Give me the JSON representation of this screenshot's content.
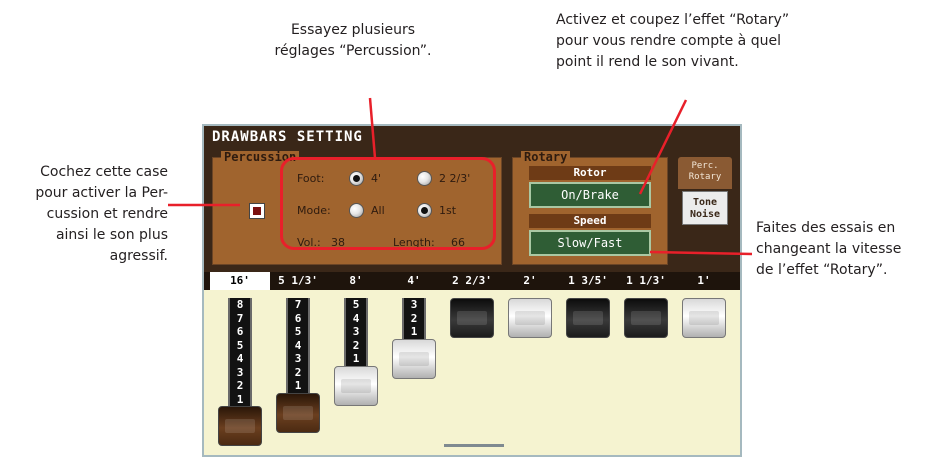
{
  "callouts": {
    "percussion": "Essayez plusieurs\nréglages “Percussion”.",
    "rotary": "Activez et coupez l’effet “Rotary”\npour vous rendre compte à quel\npoint il rend le son vivant.",
    "checkbox": "Cochez cette case\npour activer la Per-\ncussion et rendre\nainsi le son plus\nagressif.",
    "speed": "Faites des essais en\nchangeant la vitesse\nde l’effet “Rotary”."
  },
  "screen": {
    "title": "DRAWBARS SETTING",
    "percussion": {
      "title": "Percussion",
      "enabled": true,
      "foot_label": "Foot:",
      "foot_options": [
        "4'",
        "2 2/3'"
      ],
      "foot_selected": "4'",
      "mode_label": "Mode:",
      "mode_options": [
        "All",
        "1st"
      ],
      "mode_selected": "1st",
      "vol_label": "Vol.:",
      "vol_value": "38",
      "length_label": "Length:",
      "length_value": "66"
    },
    "rotary": {
      "title": "Rotary",
      "rotor_label": "Rotor",
      "rotor_button": "On/Brake",
      "speed_label": "Speed",
      "speed_button": "Slow/Fast"
    },
    "tabs": {
      "perc_rotary": "Perc.\nRotary",
      "tone_noise": "Tone\nNoise"
    },
    "footages": [
      "16'",
      "5 1/3'",
      "8'",
      "4'",
      "2 2/3'",
      "2'",
      "1 3/5'",
      "1 1/3'",
      "1'"
    ],
    "active_footage": "16'",
    "drawbars": [
      {
        "footage": "16'",
        "level": 8,
        "color": "brown"
      },
      {
        "footage": "5 1/3'",
        "level": 7,
        "color": "brown"
      },
      {
        "footage": "8'",
        "level": 5,
        "color": "white"
      },
      {
        "footage": "4'",
        "level": 3,
        "color": "white"
      },
      {
        "footage": "2 2/3'",
        "level": 0,
        "color": "black"
      },
      {
        "footage": "2'",
        "level": 0,
        "color": "white"
      },
      {
        "footage": "1 3/5'",
        "level": 0,
        "color": "black"
      },
      {
        "footage": "1 1/3'",
        "level": 0,
        "color": "black"
      },
      {
        "footage": "1'",
        "level": 0,
        "color": "white"
      }
    ]
  },
  "colors": {
    "highlight": "#e8202a",
    "panel_brown": "#a0642e",
    "title_bar": "#3a2718",
    "button_green": "#2f5d35",
    "lower_background": "#f5f3d0"
  }
}
